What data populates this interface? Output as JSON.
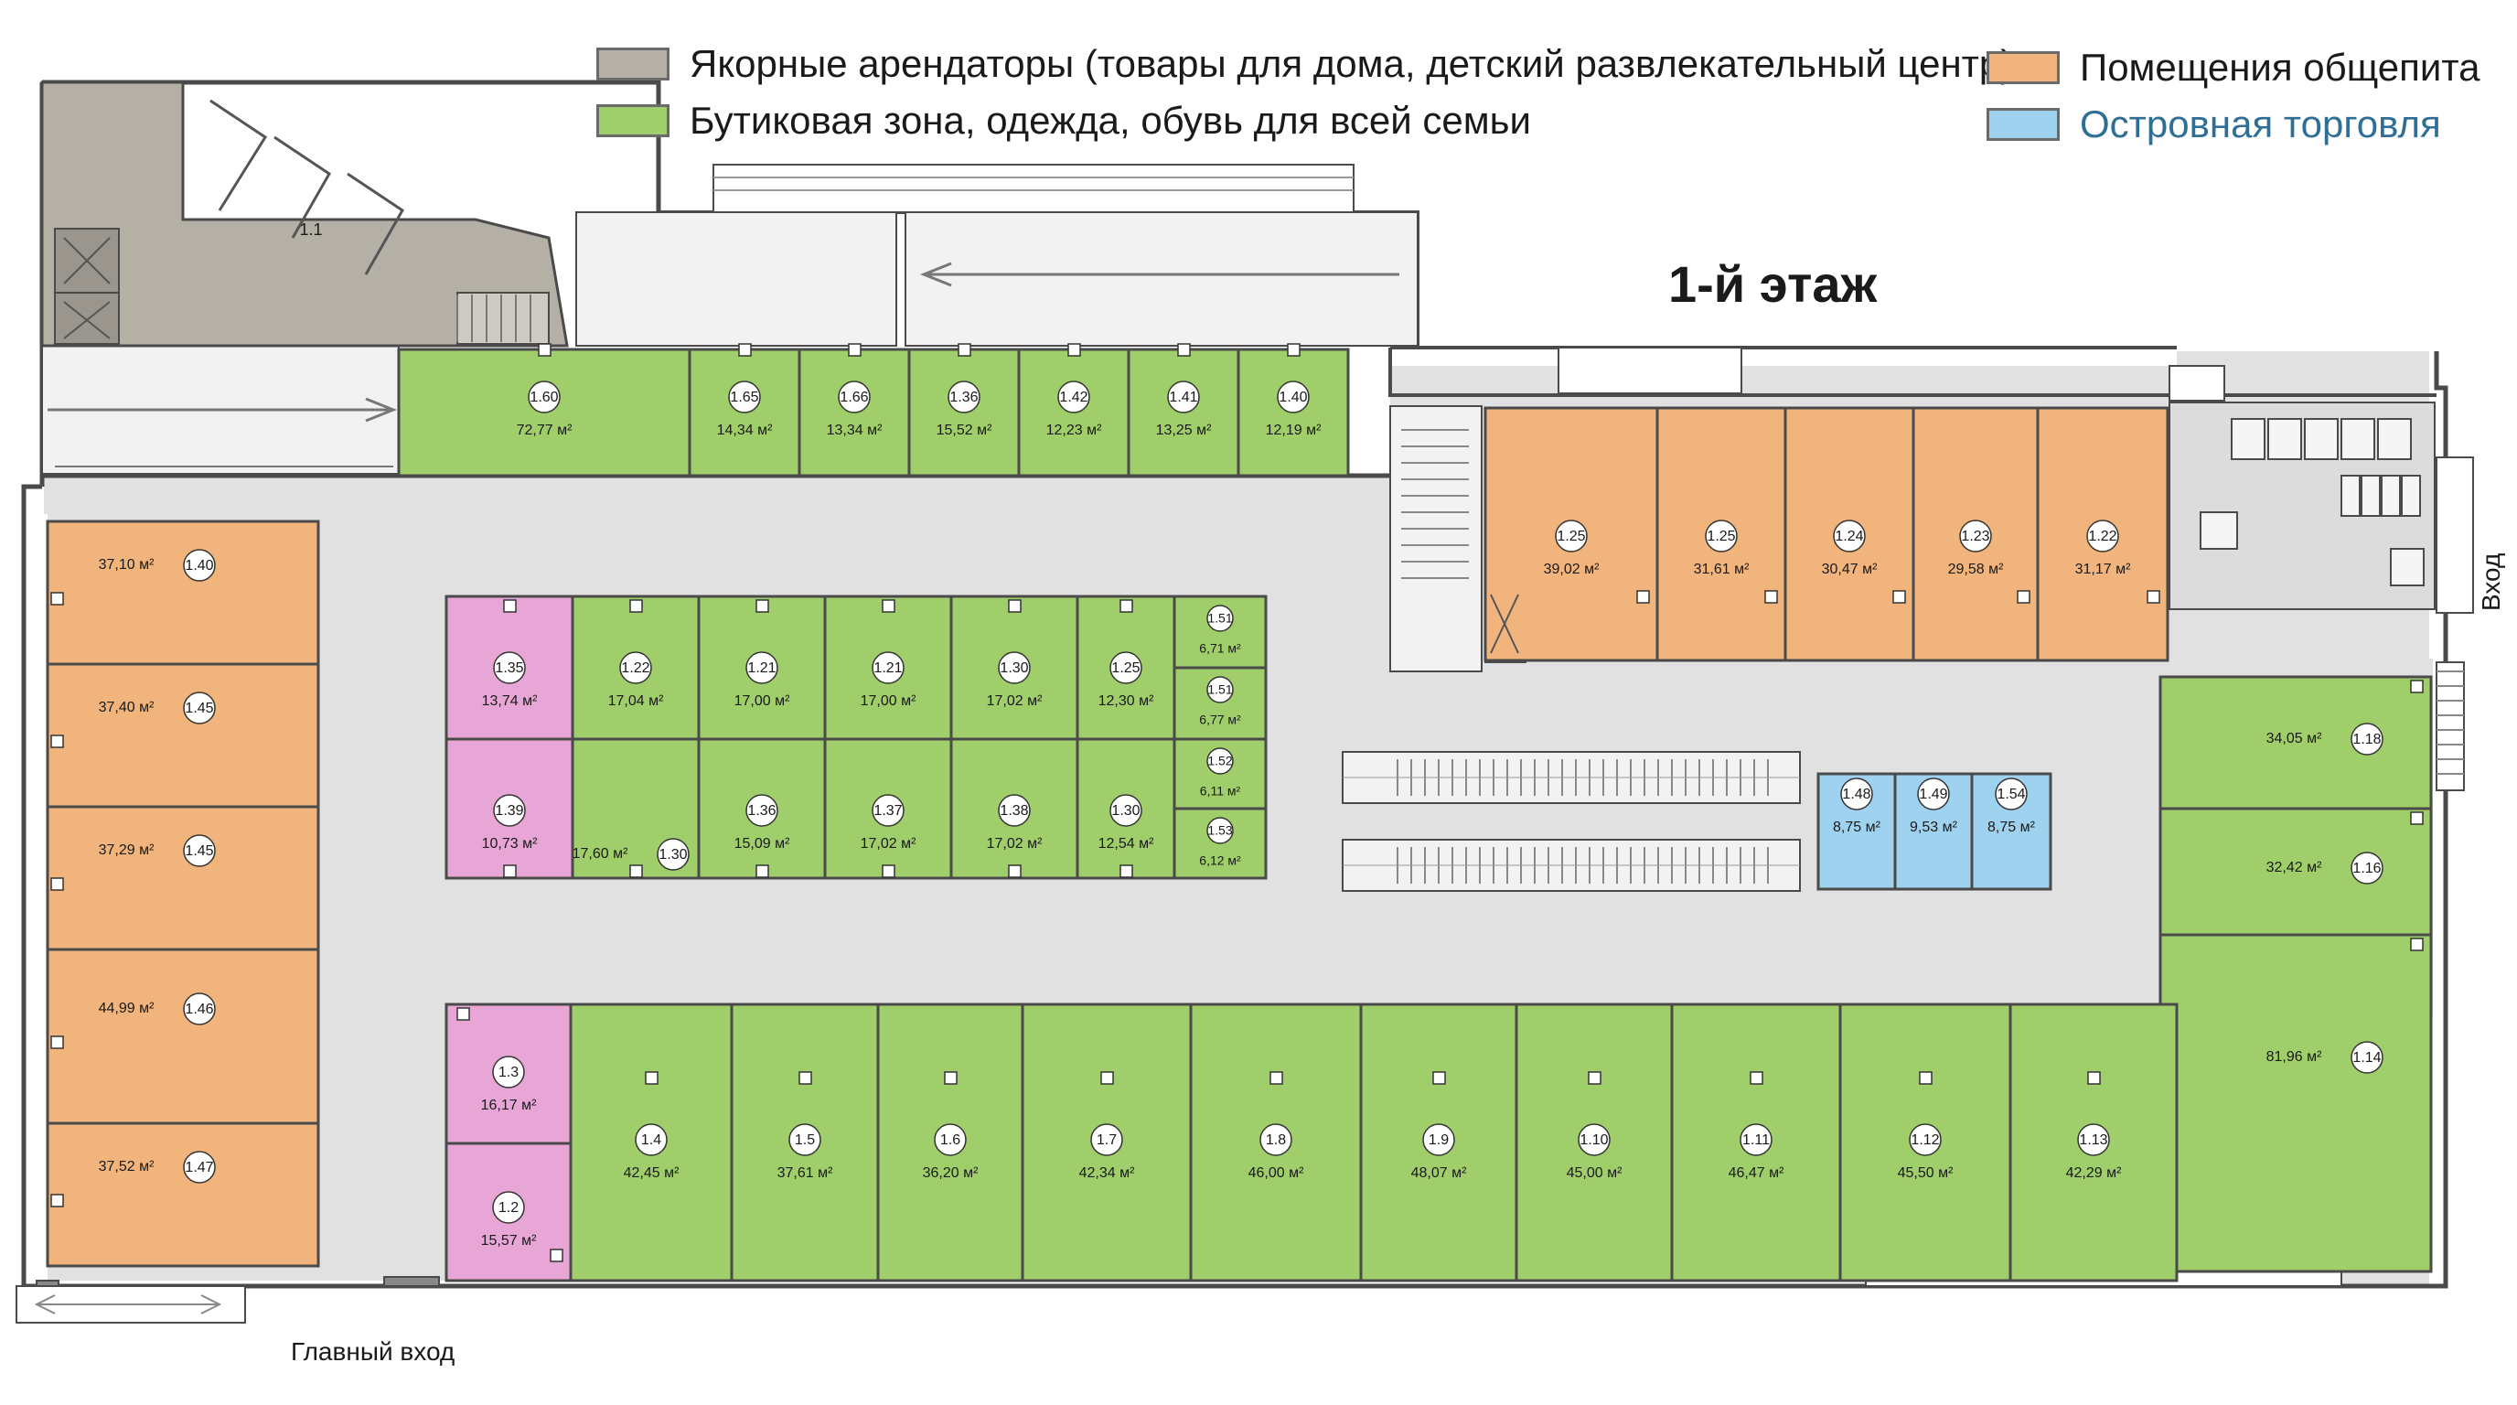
{
  "legend": {
    "anchor": "Якорные арендаторы (товары для дома, детский развлекательный центр)",
    "boutique": "Бутиковая зона, одежда, обувь для всей семьи",
    "food": "Помещения общепита",
    "island": "Островная торговля"
  },
  "colors": {
    "anchor": "#b5b0a6",
    "boutique": "#9fce6b",
    "food": "#f0b47c",
    "island": "#9fd2ee",
    "service": "#e8a6d6",
    "corridor": "#e1e1e1",
    "wall": "#4a4a4a"
  },
  "floor_title": "1-й этаж",
  "main_entrance": "Главный вход",
  "side_entrance": "Вход",
  "anchor_unit": {
    "num": "1.1"
  },
  "units_top": [
    {
      "num": "1.60",
      "area": "72,77 м²"
    },
    {
      "num": "1.65",
      "area": "14,34 м²"
    },
    {
      "num": "1.66",
      "area": "13,34 м²"
    },
    {
      "num": "1.36",
      "area": "15,52 м²"
    },
    {
      "num": "1.42",
      "area": "12,23 м²"
    },
    {
      "num": "1.41",
      "area": "13,25 м²"
    },
    {
      "num": "1.40",
      "area": "12,19 м²"
    }
  ],
  "units_left": [
    {
      "num": "1.40",
      "area": "37,10 м²"
    },
    {
      "num": "1.45",
      "area": "37,40 м²"
    },
    {
      "num": "1.45",
      "area": "37,29 м²"
    },
    {
      "num": "1.46",
      "area": "44,99 м²"
    },
    {
      "num": "1.47",
      "area": "37,52 м²"
    }
  ],
  "units_food_top": [
    {
      "num": "1.25",
      "area": "39,02 м²"
    },
    {
      "num": "1.25",
      "area": "31,61 м²"
    },
    {
      "num": "1.24",
      "area": "30,47 м²"
    },
    {
      "num": "1.23",
      "area": "29,58 м²"
    },
    {
      "num": "1.22",
      "area": "31,17 м²"
    }
  ],
  "units_mid_row1": [
    {
      "num": "1.35",
      "area": "13,74 м²"
    },
    {
      "num": "1.22",
      "area": "17,04 м²"
    },
    {
      "num": "1.21",
      "area": "17,00 м²"
    },
    {
      "num": "1.21",
      "area": "17,00 м²"
    },
    {
      "num": "1.30",
      "area": "17,02 м²"
    },
    {
      "num": "1.25",
      "area": "12,30 м²"
    }
  ],
  "units_mid_row2": [
    {
      "num": "1.39",
      "area": "10,73 м²"
    },
    {
      "num": "1.30",
      "area": "17,60 м²"
    },
    {
      "num": "1.36",
      "area": "15,09 м²"
    },
    {
      "num": "1.37",
      "area": "17,02 м²"
    },
    {
      "num": "1.38",
      "area": "17,02 м²"
    },
    {
      "num": "1.30",
      "area": "12,54 м²"
    }
  ],
  "units_mid_small": [
    {
      "num": "1.51",
      "area": "6,71 м²"
    },
    {
      "num": "1.51",
      "area": "6,77 м²"
    },
    {
      "num": "1.52",
      "area": "6,11 м²"
    },
    {
      "num": "1.53",
      "area": "6,12 м²"
    }
  ],
  "units_island": [
    {
      "num": "1.48",
      "area": "8,75 м²"
    },
    {
      "num": "1.49",
      "area": "9,53 м²"
    },
    {
      "num": "1.54",
      "area": "8,75 м²"
    }
  ],
  "units_right": [
    {
      "num": "1.18",
      "area": "34,05 м²"
    },
    {
      "num": "1.16",
      "area": "32,42 м²"
    },
    {
      "num": "1.14",
      "area": "81,96 м²"
    }
  ],
  "units_bottom": [
    {
      "num": "1.3",
      "area": "16,17 м²"
    },
    {
      "num": "1.2",
      "area": "15,57 м²"
    },
    {
      "num": "1.4",
      "area": "42,45 м²"
    },
    {
      "num": "1.5",
      "area": "37,61 м²"
    },
    {
      "num": "1.6",
      "area": "36,20 м²"
    },
    {
      "num": "1.7",
      "area": "42,34 м²"
    },
    {
      "num": "1.8",
      "area": "46,00 м²"
    },
    {
      "num": "1.9",
      "area": "48,07 м²"
    },
    {
      "num": "1.10",
      "area": "45,00 м²"
    },
    {
      "num": "1.11",
      "area": "46,47 м²"
    },
    {
      "num": "1.12",
      "area": "45,50 м²"
    },
    {
      "num": "1.13",
      "area": "42,29 м²"
    }
  ]
}
